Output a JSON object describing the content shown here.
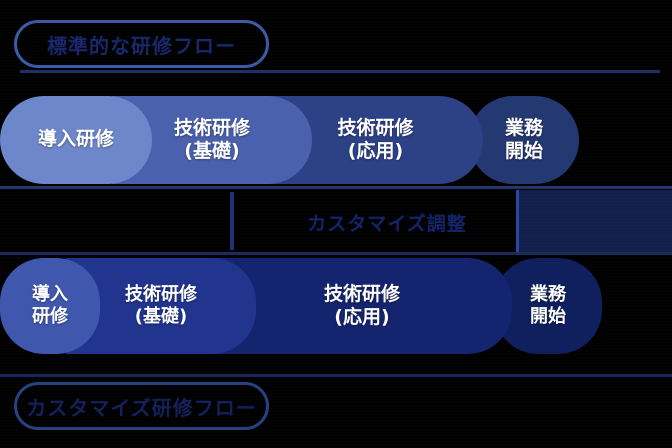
{
  "diagram": {
    "title_top": "標準的な研修フロー",
    "title_bottom": "カスタマイズ研修フロー",
    "middle_note": "カスタマイズ調整",
    "accent_colors": {
      "frame_border": "#3b5aa6",
      "label_text": "#16276b",
      "stage_1": "#6e87ca",
      "stage_2": "#4a61ad",
      "stage_3": "#2d4187",
      "stage_4": "#243871",
      "custom_stage_1": "#3f58ae",
      "custom_stage_2": "#21358f",
      "custom_stage_3": "#15246e",
      "custom_stage_4": "#10205e",
      "background": "#000000",
      "panel": "#131f4b"
    }
  },
  "standard_flow": {
    "name": "標準的な研修フロー",
    "stages": [
      {
        "label": "導入研修"
      },
      {
        "label": "技術研修\n(基礎)"
      },
      {
        "label": "技術研修\n(応用)"
      },
      {
        "label": "業務\n開始"
      }
    ]
  },
  "custom_flow": {
    "name": "カスタマイズ研修フロー",
    "stages": [
      {
        "label": "導入\n研修"
      },
      {
        "label": "技術研修\n(基礎)"
      },
      {
        "label": "技術研修\n(応用)"
      },
      {
        "label": "業務\n開始"
      }
    ]
  }
}
